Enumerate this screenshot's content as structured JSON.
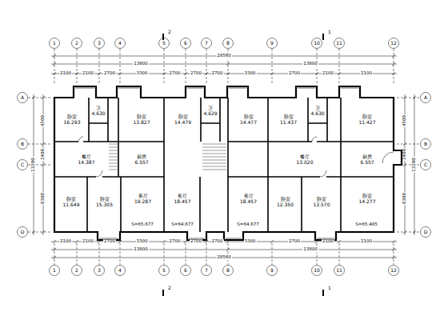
{
  "diagram": {
    "nodes": [
      {
        "text": [
          "卧室",
          "16.293"
        ]
      },
      {
        "text": [
          "卫",
          "4.630"
        ]
      },
      {
        "text": [
          "卧室",
          "13.827"
        ]
      },
      {
        "text": [
          "卧室",
          "14.479"
        ]
      },
      {
        "text": [
          "卫",
          "4.629"
        ]
      },
      {
        "text": [
          "卧室",
          "14.477"
        ]
      },
      {
        "text": [
          "卧室",
          "11.437"
        ]
      },
      {
        "text": [
          "卫",
          "4.630"
        ]
      },
      {
        "text": [
          "卧室",
          "11.427"
        ]
      },
      {
        "text": [
          "餐厅",
          "14.387"
        ]
      },
      {
        "text": [
          "厨房",
          "6.557"
        ]
      },
      {
        "text": [
          "餐厅",
          "13.020"
        ]
      },
      {
        "text": [
          "厨房",
          "6.557"
        ]
      },
      {
        "text": [
          "卧室",
          "11.649"
        ]
      },
      {
        "text": [
          "卧室",
          "15.305"
        ]
      },
      {
        "text": [
          "客厅",
          "19.287"
        ]
      },
      {
        "text": [
          "客厅",
          "18.457"
        ]
      },
      {
        "text": [
          "客厅",
          "18.457"
        ]
      },
      {
        "text": [
          "卧室",
          "12.350"
        ]
      },
      {
        "text": [
          "卧室",
          "13.570"
        ]
      },
      {
        "text": [
          "卧室",
          "14.277"
        ]
      }
    ],
    "labels": [
      "1",
      "2",
      "3",
      "4",
      "5",
      "6",
      "7",
      "8",
      "9",
      "10",
      "11",
      "12",
      "1",
      "2",
      "3",
      "4",
      "5",
      "6",
      "7",
      "8",
      "9",
      "10",
      "11",
      "12",
      "A",
      "B",
      "C",
      "D",
      "A",
      "B",
      "C",
      "D",
      "2",
      "1",
      "2",
      "1",
      "28560",
      "13800",
      "13800",
      "2100",
      "2100",
      "2700",
      "3300",
      "2700",
      "2700",
      "2700",
      "3300",
      "2700",
      "2100",
      "2100",
      "28560",
      "13800",
      "13800",
      "2100",
      "2100",
      "2700",
      "3300",
      "2700",
      "2700",
      "2700",
      "3300",
      "2700",
      "2100",
      "2100",
      "13200",
      "4500",
      "2400",
      "6300",
      "13200",
      "4500",
      "2400",
      "6300",
      "S=65.677",
      "S=64.677",
      "S=64.677",
      "S=65.485"
    ]
  }
}
